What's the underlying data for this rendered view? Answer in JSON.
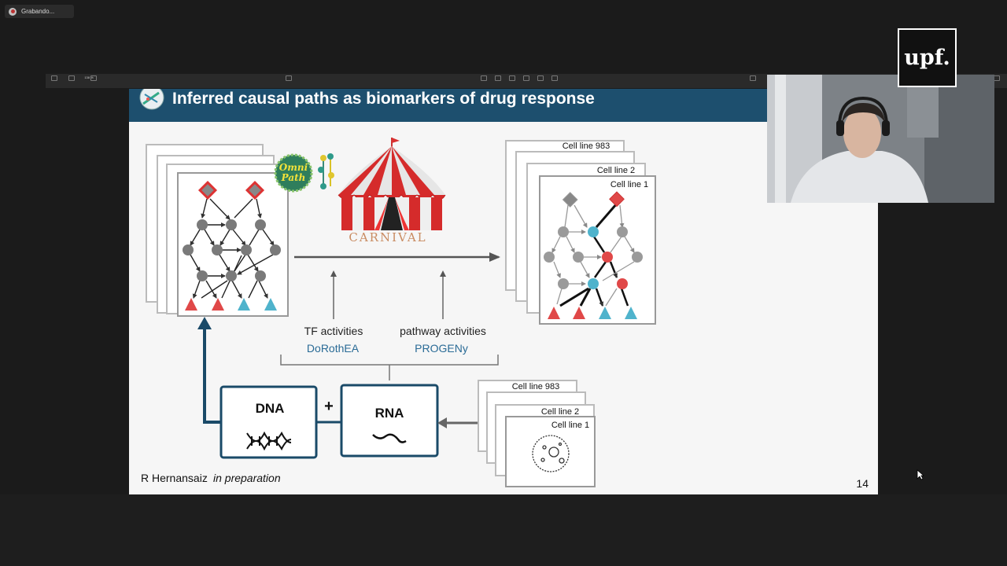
{
  "recording": {
    "label": "Grabando..."
  },
  "toolbar": {
    "zoom": "138 %"
  },
  "slide": {
    "title": "Inferred causal paths as biomarkers of drug response",
    "page_number": "14",
    "citation_author": "R Hernansaiz",
    "citation_note": "in preparation",
    "omnipath_badge": [
      "Omni",
      "Path"
    ],
    "carnival_label": "CARNIVAL",
    "tf_activities": "TF activities",
    "dorothea": "DoRothEA",
    "pathway_activities": "pathway activities",
    "progeny": "PROGENy",
    "dna_label": "DNA",
    "plus_sign": "+",
    "rna_label": "RNA",
    "top_cards": [
      "Cell line 983",
      "Cell line 2",
      "Cell line 1"
    ],
    "bottom_cards": [
      "Cell line 983",
      "Cell line 2",
      "Cell line 1"
    ]
  },
  "logo": {
    "text": "upf."
  },
  "colors": {
    "header": "#1d4f6e",
    "dark_teal": "#1a4a68",
    "red": "#e04848",
    "cyan": "#4fb3cc",
    "label_blue": "#2a6b96"
  }
}
